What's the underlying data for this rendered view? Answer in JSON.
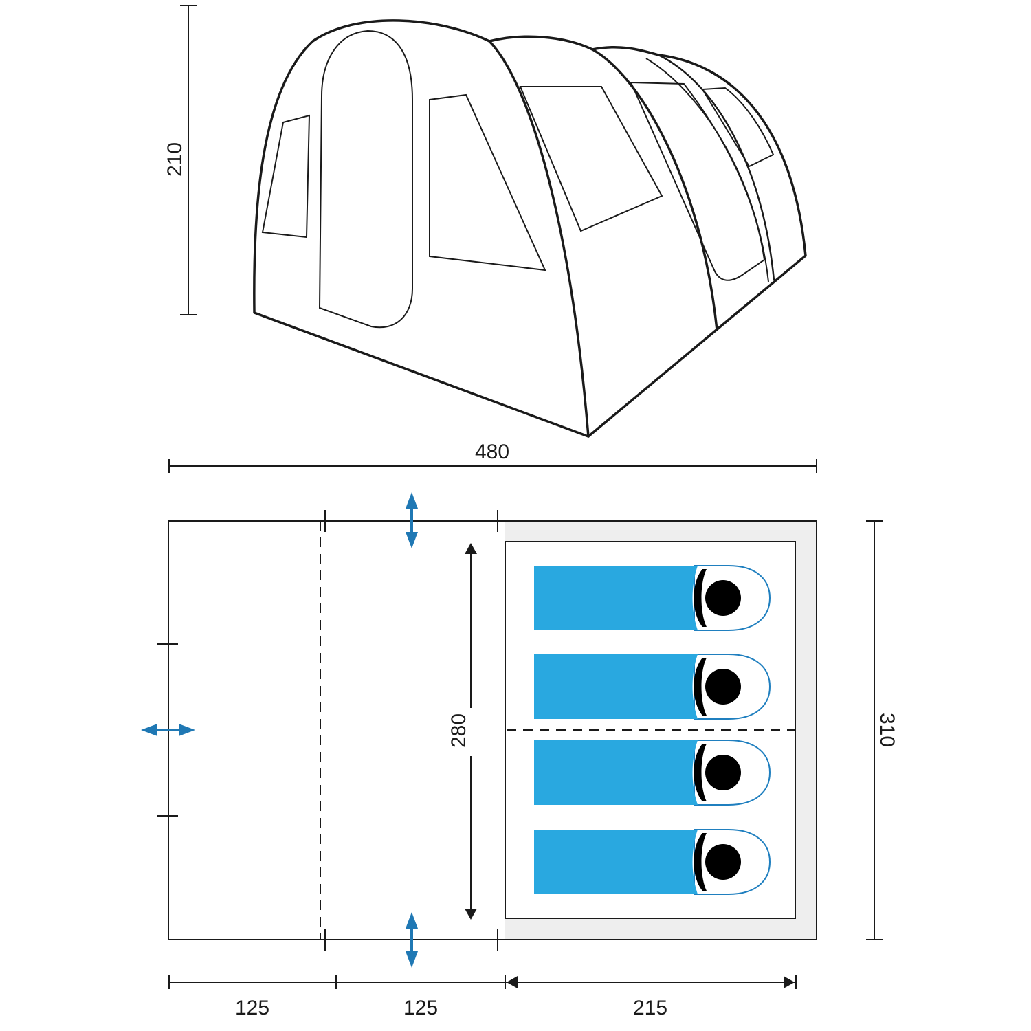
{
  "dimensions": {
    "height": "210",
    "total_length": "480",
    "width_outer": "310",
    "inner_height": "280",
    "section_1": "125",
    "section_2": "125",
    "section_3": "215"
  },
  "colors": {
    "line": "#1a1a1a",
    "sleeping_bag": "#29a8e0",
    "sleeping_bag_outline": "#1f7fbf",
    "arrow": "#1f78b4",
    "floor_border": "#eeeeee",
    "head": "#000000"
  },
  "sleeping_bags": [
    {
      "label": "sleeping-bag-1"
    },
    {
      "label": "sleeping-bag-2"
    },
    {
      "label": "sleeping-bag-3"
    },
    {
      "label": "sleeping-bag-4"
    }
  ]
}
